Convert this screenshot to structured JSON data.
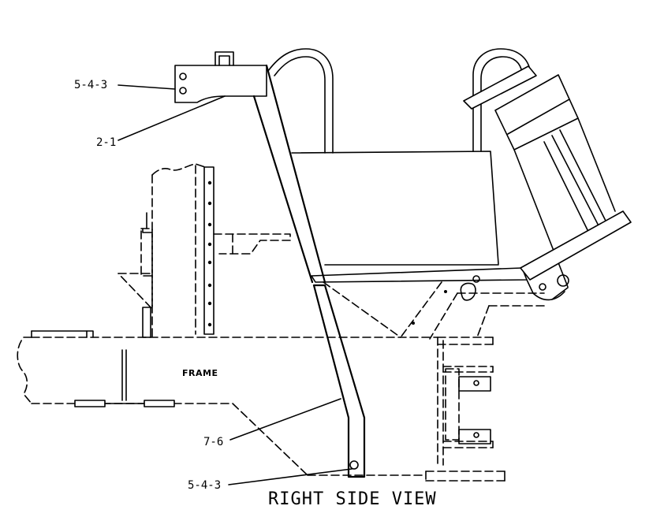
{
  "drawing": {
    "title": "RIGHT SIDE VIEW",
    "frame_label": "FRAME",
    "callouts": {
      "c1": "5-4-3",
      "c2": "2-1",
      "c3": "7-6",
      "c4": "5-4-3"
    }
  }
}
